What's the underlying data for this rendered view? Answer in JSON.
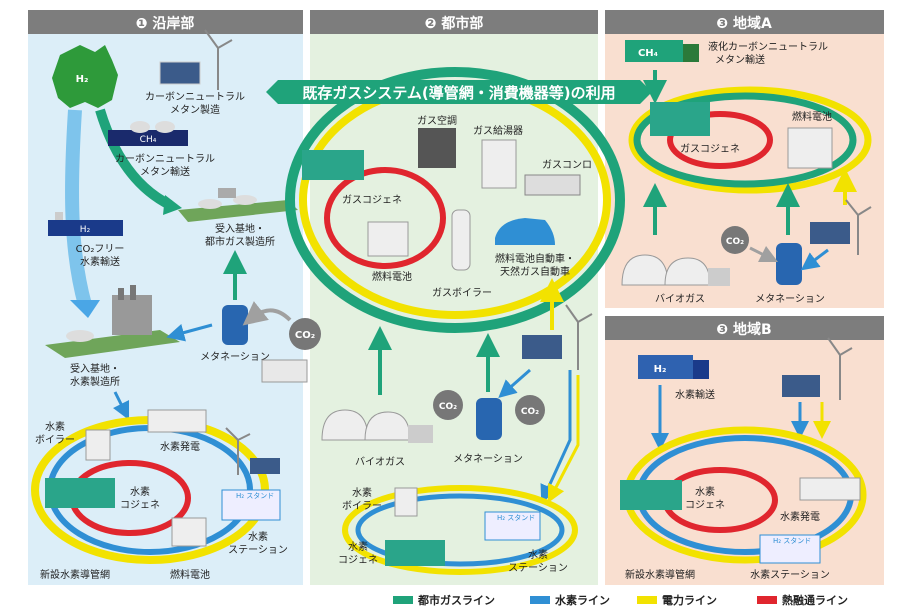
{
  "panels": {
    "coastal": "❶ 沿岸部",
    "urban": "❷ 都市部",
    "regionA": "❸ 地域A",
    "regionB": "❸ 地域B"
  },
  "banner": "既存ガスシステム(導管網・消費機器等)の利用",
  "labels": {
    "cn_methane_production": [
      "カーボンニュートラル",
      "メタン製造"
    ],
    "cn_methane_transport": [
      "カーボンニュートラル",
      "メタン輸送"
    ],
    "co2_free_h2": [
      "CO₂フリー",
      "水素輸送"
    ],
    "receiving_city_gas": [
      "受入基地・",
      "都市ガス製造所"
    ],
    "receiving_h2": [
      "受入基地・",
      "水素製造所"
    ],
    "methanation": "メタネーション",
    "co2": "CO₂",
    "h2_boiler": [
      "水素",
      "ボイラー"
    ],
    "h2_power": "水素発電",
    "h2_cogen": [
      "水素",
      "コジェネ"
    ],
    "h2_station": [
      "水素",
      "ステーション"
    ],
    "h2_station_b": "水素ステーション",
    "fuel_cell": "燃料電池",
    "new_h2_pipeline": "新設水素導管網",
    "gas_ac": "ガス空調",
    "gas_water_heater": "ガス給湯器",
    "gas_stove": "ガスコンロ",
    "gas_cogen": "ガスコジェネ",
    "gas_boiler": "ガスボイラー",
    "vehicles": [
      "燃料電池自動車・",
      "天然ガス自動車"
    ],
    "biogas": "バイオガス",
    "lcn_transport": [
      "液化カーボンニュートラル",
      "メタン輸送"
    ],
    "h2_transport": "水素輸送",
    "ch4": "CH₄",
    "h2": "H₂",
    "h2_stand": "H₂ スタンド",
    "h2_badge": "H₂"
  },
  "legend": [
    {
      "label": "都市ガスライン",
      "color": "#1fa37a"
    },
    {
      "label": "水素ライン",
      "color": "#2f8fd4"
    },
    {
      "label": "電力ライン",
      "color": "#f2e200"
    },
    {
      "label": "熱融通ライン",
      "color": "#e0262e"
    }
  ],
  "colors": {
    "gas": "#1fa37a",
    "hydrogen": "#2f8fd4",
    "power": "#f2e200",
    "heat": "#e0262e",
    "coastal_bg": "#dceef8",
    "urban_bg": "#e4f1e0",
    "regionA_bg": "#f9dfd0",
    "regionB_bg": "#f9dfd0",
    "header": "#7d7d7d"
  }
}
